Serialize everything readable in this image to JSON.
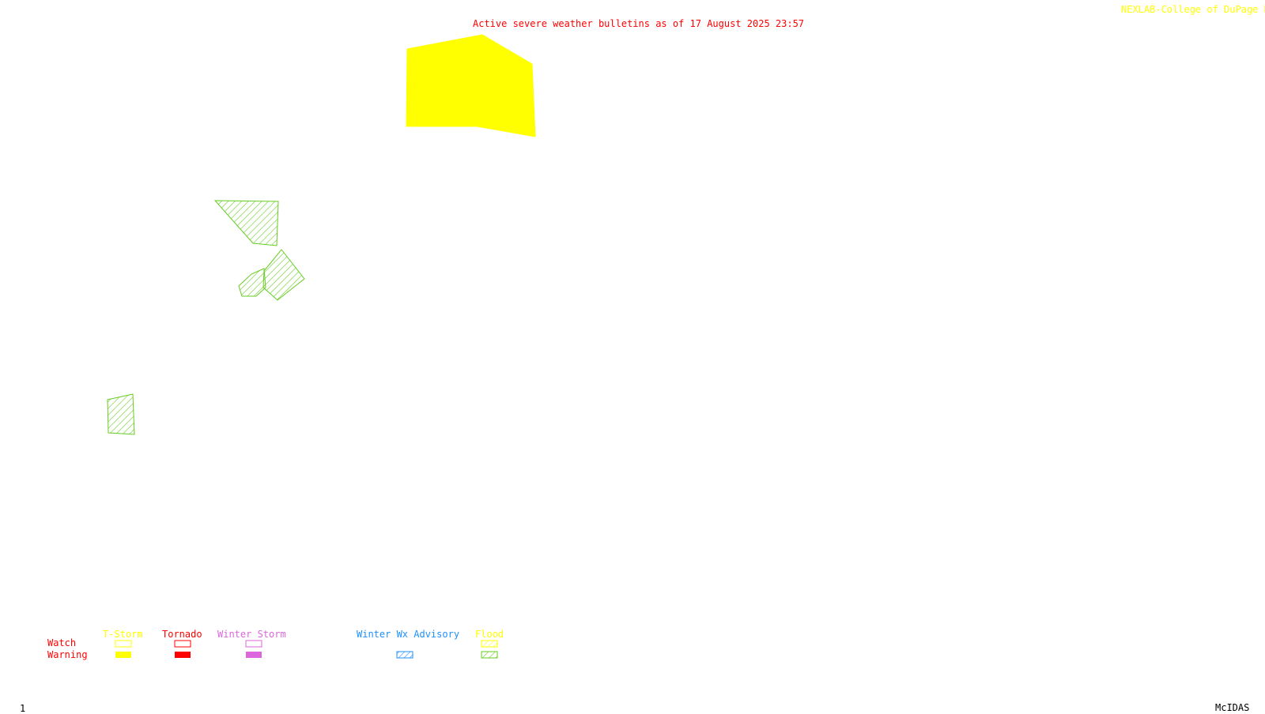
{
  "header": {
    "title": "Active severe weather bulletins as of 17 August 2025 23:57",
    "credit": "NEXLAB-College of DuPage R"
  },
  "legend": {
    "row_labels": {
      "watch": "Watch",
      "warning": "Warning"
    },
    "categories": [
      {
        "label": "T-Storm",
        "color": "#ffff00",
        "watch_style": "outline",
        "warning_style": "solid"
      },
      {
        "label": "Tornado",
        "color": "#ff0000",
        "watch_style": "outline",
        "warning_style": "solid"
      },
      {
        "label": "Winter Storm",
        "color": "#dd66dd",
        "watch_style": "outline",
        "warning_style": "solid"
      },
      {
        "label": "Winter Wx Advisory",
        "color": "#1e90ff",
        "watch_style": "none",
        "warning_style": "hatched"
      },
      {
        "label": "Flood",
        "color": "#ffff00",
        "warning_color": "#66cc22",
        "watch_style": "hatched",
        "warning_style": "hatched"
      }
    ],
    "row_label_color": "#ff0000"
  },
  "footer": {
    "frame_number": "1",
    "software": "McIDAS"
  },
  "bulletins": [
    {
      "type": "T-Storm Warning",
      "color": "#ffff00",
      "style": "solid"
    },
    {
      "type": "Flood Warning",
      "color": "#66cc22",
      "style": "hatched"
    },
    {
      "type": "Flood Warning",
      "color": "#66cc22",
      "style": "hatched"
    },
    {
      "type": "Flood Warning",
      "color": "#66cc22",
      "style": "hatched"
    },
    {
      "type": "Flood Warning",
      "color": "#66cc22",
      "style": "hatched"
    }
  ]
}
